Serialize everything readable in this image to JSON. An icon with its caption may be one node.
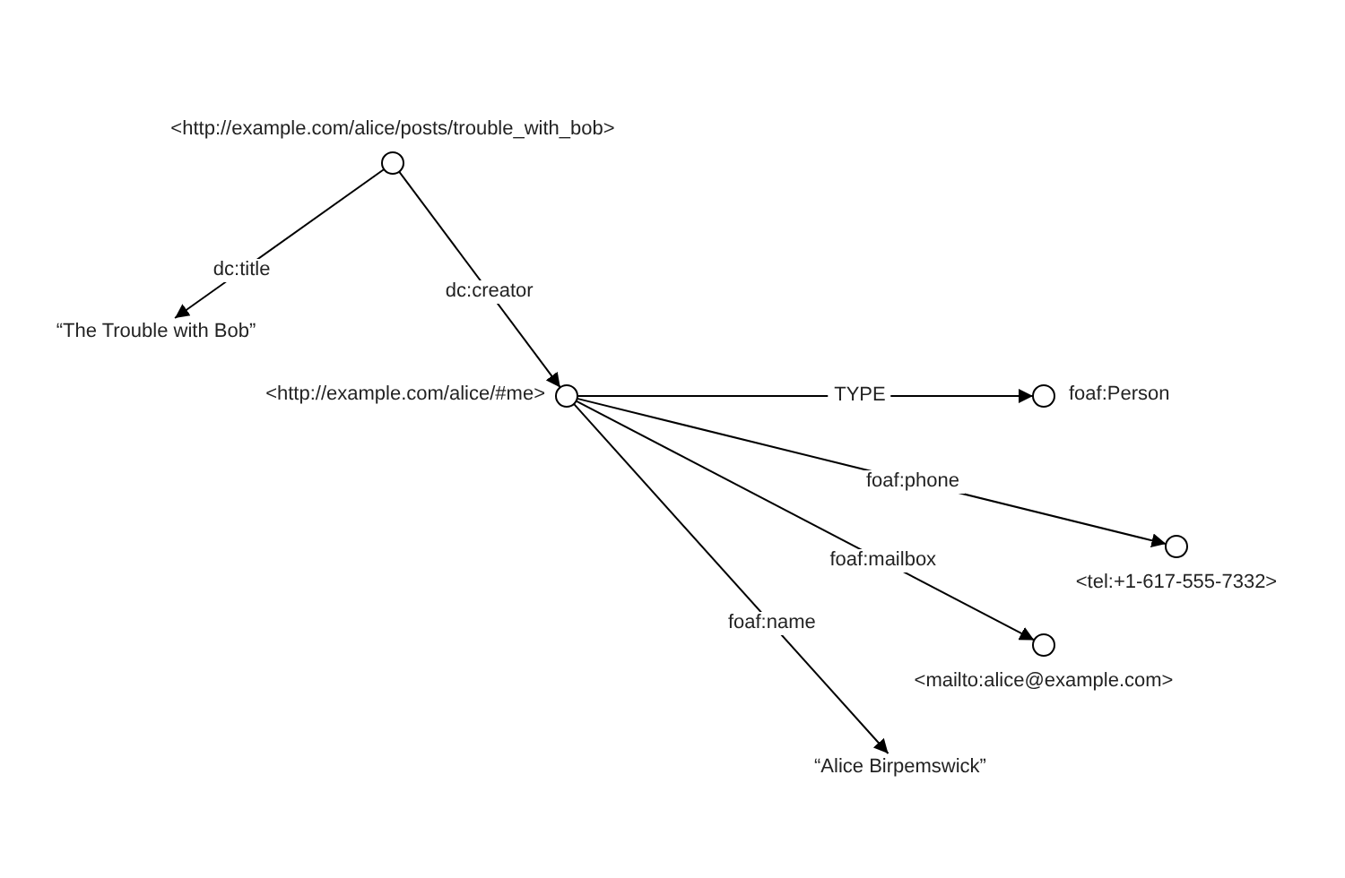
{
  "diagram": {
    "nodes": [
      {
        "text": [
          "<http://example.com/alice/posts/trouble_with_bob>"
        ]
      },
      {
        "text": [
          "“The Trouble with Bob”"
        ]
      },
      {
        "text": [
          "<http://example.com/alice/#me>"
        ]
      },
      {
        "text": [
          "foaf:Person"
        ]
      },
      {
        "text": [
          "<tel:+1-617-555-7332>"
        ]
      },
      {
        "text": [
          "<mailto:alice@example.com>"
        ]
      },
      {
        "text": [
          "“Alice Birpemswick”"
        ]
      }
    ],
    "edges": [
      {
        "from": 0,
        "to": 1,
        "arrow": "to",
        "label": "dc:title"
      },
      {
        "from": 0,
        "to": 2,
        "arrow": "to",
        "label": "dc:creator"
      },
      {
        "from": 2,
        "to": 3,
        "arrow": "to",
        "label": "TYPE"
      },
      {
        "from": 2,
        "to": 4,
        "arrow": "to",
        "label": "foaf:phone"
      },
      {
        "from": 2,
        "to": 5,
        "arrow": "to",
        "label": "foaf:mailbox"
      },
      {
        "from": 2,
        "to": 6,
        "arrow": "to",
        "label": "foaf:name"
      }
    ]
  }
}
